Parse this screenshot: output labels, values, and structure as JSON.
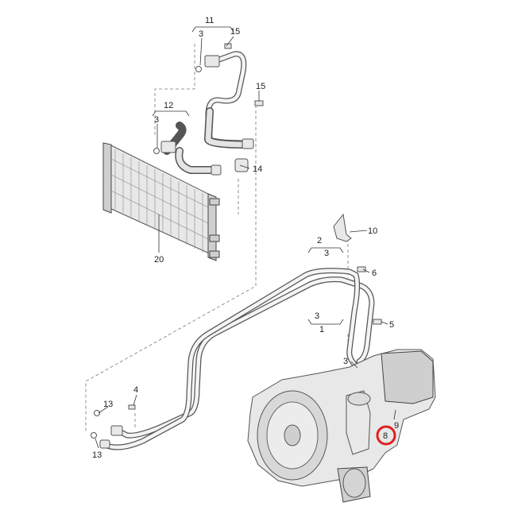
{
  "callouts": {
    "c1": "1",
    "c2": "2",
    "c3a": "3",
    "c3b": "3",
    "c3c": "3",
    "c3d": "3",
    "c3e": "3",
    "c4": "4",
    "c5": "5",
    "c6": "6",
    "c8": "8",
    "c9": "9",
    "c10": "10",
    "c11": "11",
    "c12": "12",
    "c13a": "13",
    "c13b": "13",
    "c14": "14",
    "c15a": "15",
    "c15b": "15",
    "c20": "20"
  },
  "highlight": {
    "color": "#e02020",
    "marks": "8"
  }
}
